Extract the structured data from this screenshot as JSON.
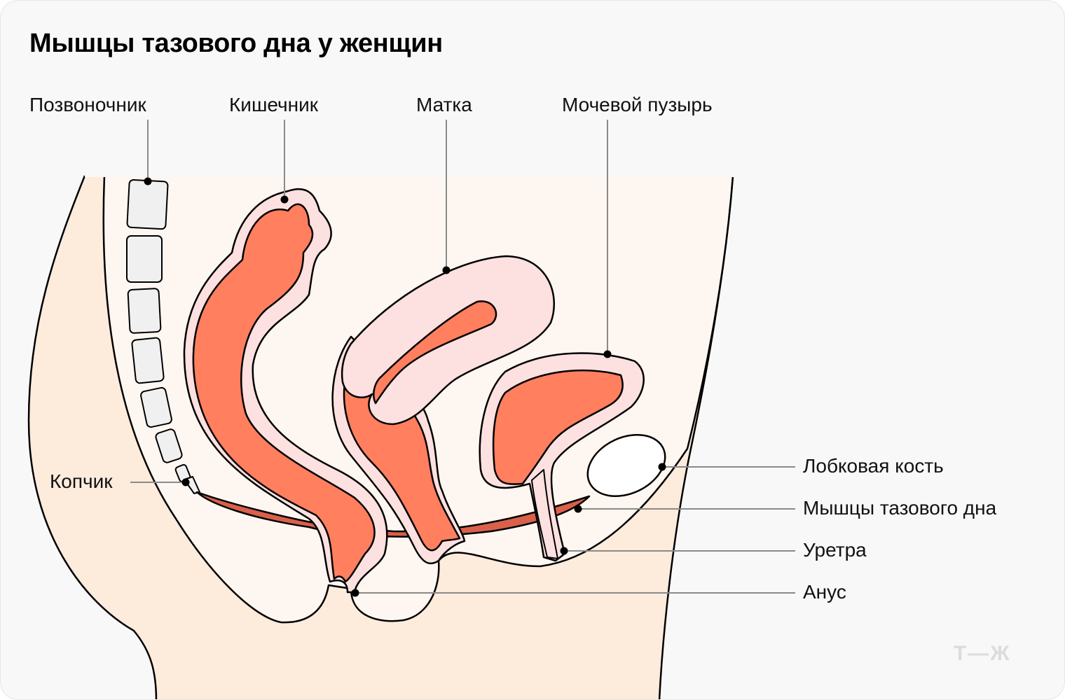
{
  "title": "Мышцы тазового дна у женщин",
  "labels": {
    "spine": "Позвоночник",
    "intestine": "Кишечник",
    "uterus": "Матка",
    "bladder": "Мочевой пузырь",
    "coccyx": "Копчик",
    "pubic_bone": "Лобковая кость",
    "pelvic_floor": "Мышцы тазового дна",
    "urethra": "Уретра",
    "anus": "Анус"
  },
  "logo": "Т—Ж",
  "colors": {
    "skin": "#fdebdc",
    "cavity": "#fef6f1",
    "organ_wall": "#fde0e0",
    "organ_inner": "#ff7f5f",
    "muscle": "#d9604a",
    "bone": "#f0f0f0"
  }
}
